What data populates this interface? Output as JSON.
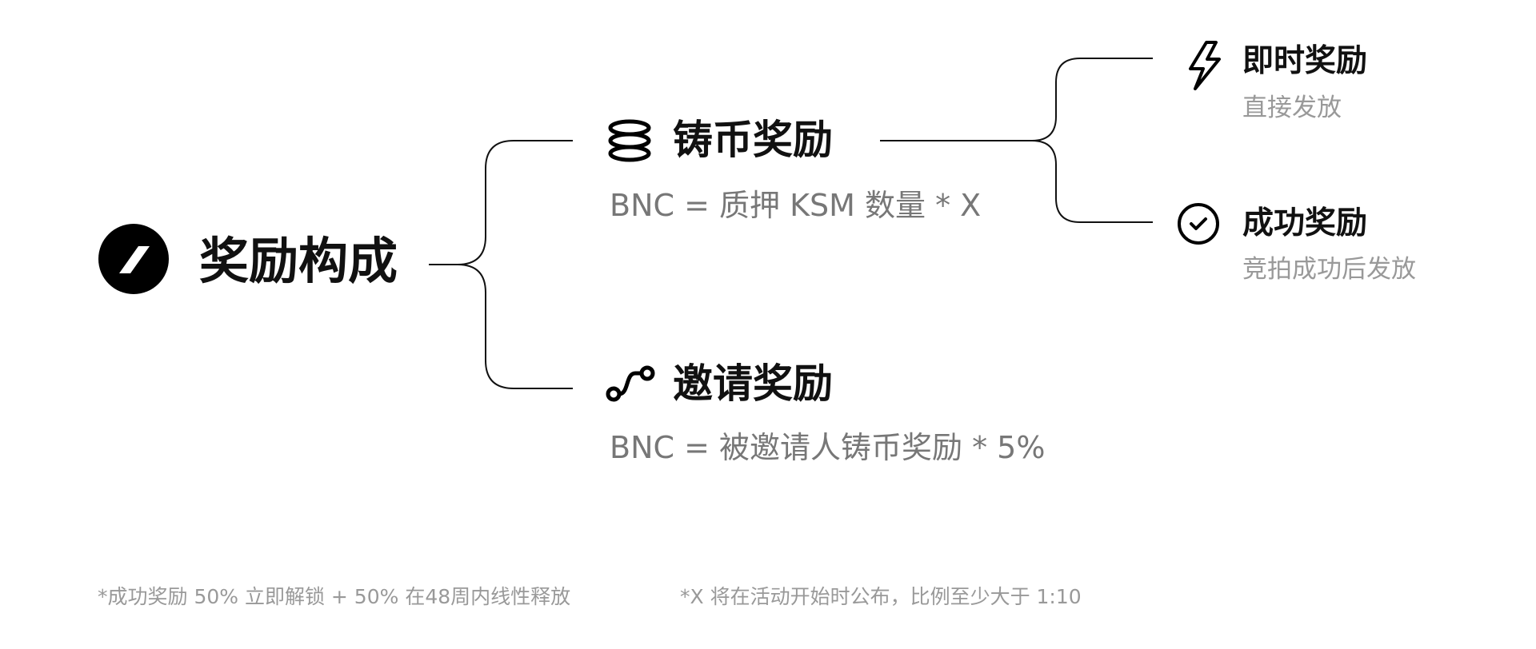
{
  "root": {
    "title": "奖励构成",
    "icon": "logo-slash-icon"
  },
  "branches": [
    {
      "title": "铸币奖励",
      "formula": "BNC = 质押 KSM 数量 * X",
      "icon": "coins-stack-icon"
    },
    {
      "title": "邀请奖励",
      "formula": "BNC = 被邀请人铸币奖励 * 5%",
      "icon": "connection-nodes-icon"
    }
  ],
  "sub_branches": [
    {
      "title": "即时奖励",
      "description": "直接发放",
      "icon": "lightning-icon"
    },
    {
      "title": "成功奖励",
      "description": "竞拍成功后发放",
      "icon": "check-circle-icon"
    }
  ],
  "footnotes": [
    "*成功奖励 50% 立即解锁 + 50% 在48周内线性释放",
    "*X 将在活动开始时公布，比例至少大于 1:10"
  ],
  "colors": {
    "text": "#111111",
    "formula": "#777777",
    "muted": "#999999"
  }
}
